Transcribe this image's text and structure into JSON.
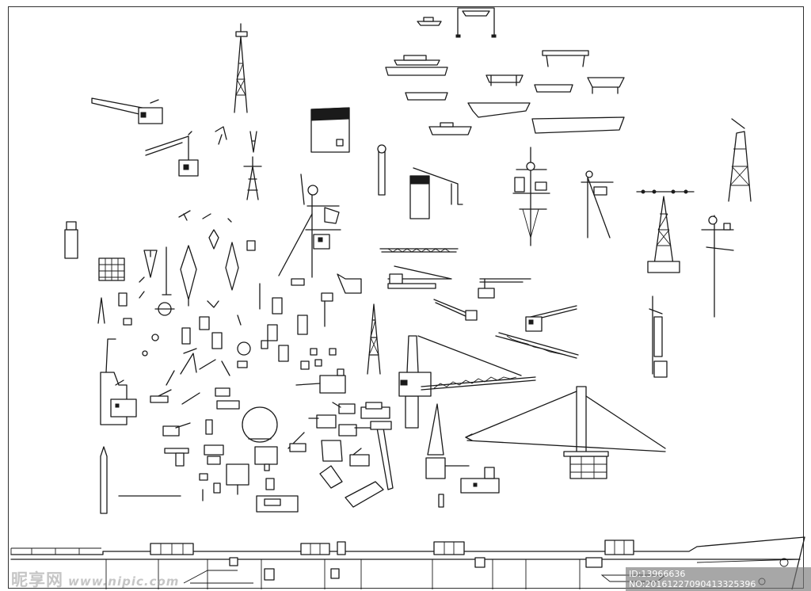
{
  "watermark": {
    "site": "昵享网",
    "url": "www.nipic.com"
  },
  "stamp": {
    "id": "ID:13966636 NO:20161227090413325396"
  },
  "colors": {
    "line": "#1a1a1a",
    "background": "#ffffff",
    "watermark": "#969696"
  }
}
